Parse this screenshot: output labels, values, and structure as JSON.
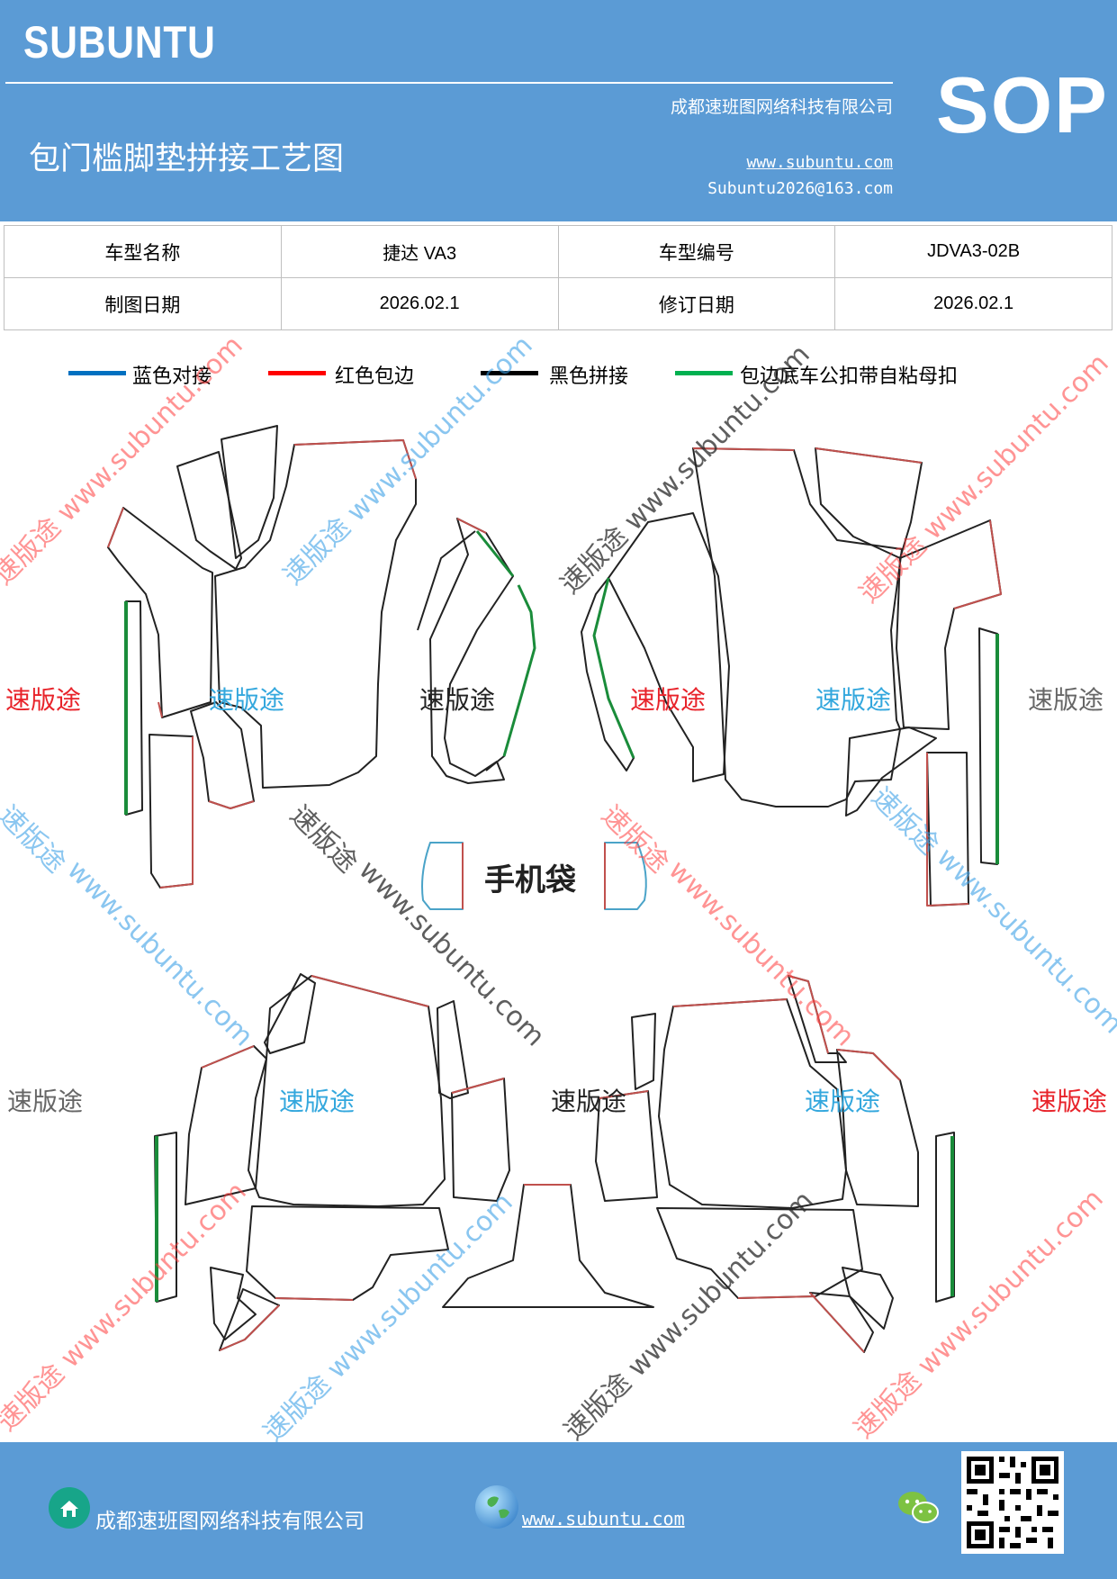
{
  "header": {
    "brand": "SUBUNTU",
    "company": "成都速班图网络科技有限公司",
    "title": "包门槛脚垫拼接工艺图",
    "url": "www.subuntu.com",
    "email": "Subuntu2026@163.com",
    "badge": "SOP"
  },
  "info": {
    "model_name_label": "车型名称",
    "model_name_value": "捷达 VA3",
    "model_code_label": "车型编号",
    "model_code_value": "JDVA3-02B",
    "draw_date_label": "制图日期",
    "draw_date_value": "2026.02.1",
    "revise_date_label": "修订日期",
    "revise_date_value": "2026.02.1"
  },
  "legend": [
    {
      "label": "蓝色对接",
      "color": "#0070c0"
    },
    {
      "label": "红色包边",
      "color": "#ff0000"
    },
    {
      "label": "黑色拼接",
      "color": "#000000"
    },
    {
      "label": "包边底车公扣带自粘母扣",
      "color": "#00b050"
    }
  ],
  "colors": {
    "header_bg": "#5b9bd5",
    "red_edge": "#c0504d",
    "green_edge": "#1a8c3a",
    "black_edge": "#222222",
    "blue_edge": "#4aa3c8"
  },
  "labels": {
    "brand_mark": "速版途",
    "watermark": "速版途 www.subuntu.com",
    "watermark_url": "www.subuntu.com",
    "phone_bag": "手机袋"
  },
  "footer": {
    "company": "成都速班图网络科技有限公司",
    "url": "www.subuntu.com",
    "home_icon": "home-icon",
    "globe_icon": "globe-icon",
    "wechat_icon": "wechat-icon",
    "qr_icon": "qr-code-icon"
  }
}
